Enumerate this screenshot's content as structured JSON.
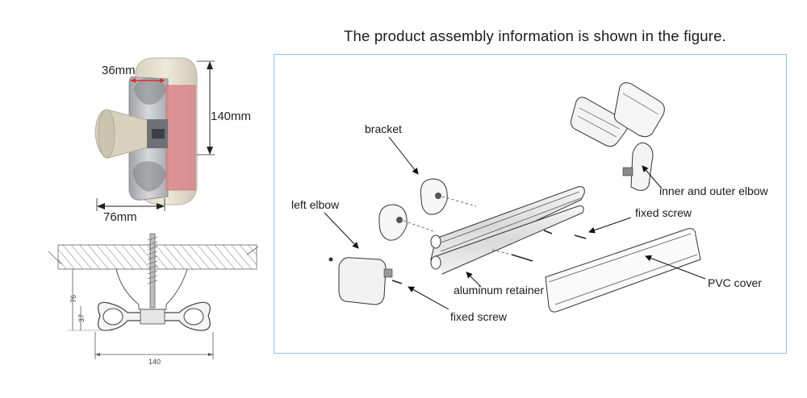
{
  "header": {
    "title": "The product assembly information is shown in the figure."
  },
  "profile_photo": {
    "width_label": "36mm",
    "height_label": "140mm",
    "depth_label": "76mm"
  },
  "section_drawing": {
    "dim_76": "76",
    "dim_37": "37",
    "dim_140": "140"
  },
  "assembly": {
    "labels": {
      "bracket": "bracket",
      "left_elbow": "left elbow",
      "inner_outer_elbow": "inner and outer elbow",
      "fixed_screw_top": "fixed screw",
      "aluminum_retainer": "aluminum retainer",
      "pvc_cover": "PVC cover",
      "fixed_screw_bottom": "fixed screw"
    }
  },
  "colors": {
    "frame": "#8fc3e6",
    "dimension_red": "#e0282e",
    "profile_beige": "#e8e2d2",
    "aluminum": "#c9cbce"
  }
}
